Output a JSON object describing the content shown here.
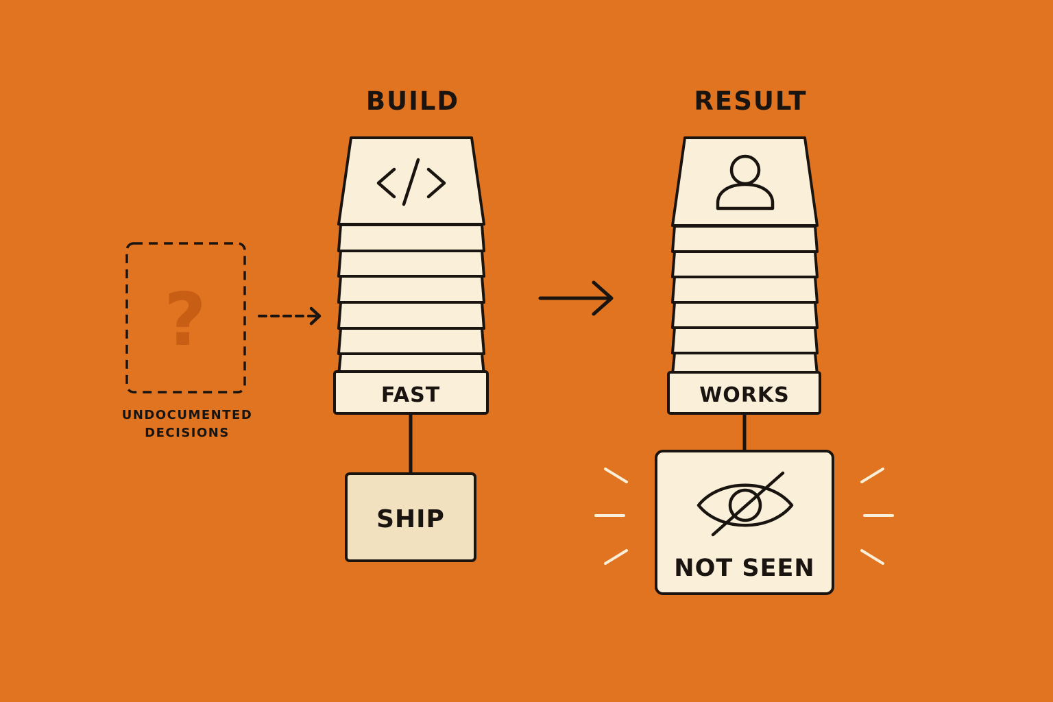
{
  "headings": {
    "build": "BUILD",
    "result": "RESULT"
  },
  "undocumented": {
    "symbol": "?",
    "caption_line1": "UNDOCUMENTED",
    "caption_line2": "DECISIONS"
  },
  "build_stack": {
    "icon": "code-icon",
    "base_label": "FAST",
    "output_label": "SHIP"
  },
  "result_stack": {
    "icon": "user-icon",
    "base_label": "WORKS",
    "output_label": "NOT SEEN",
    "output_icon": "eye-slash-icon"
  },
  "colors": {
    "background": "#E17421",
    "card": "#FAEFD9",
    "ink": "#1A1410",
    "question_mark": "#C85E14"
  }
}
